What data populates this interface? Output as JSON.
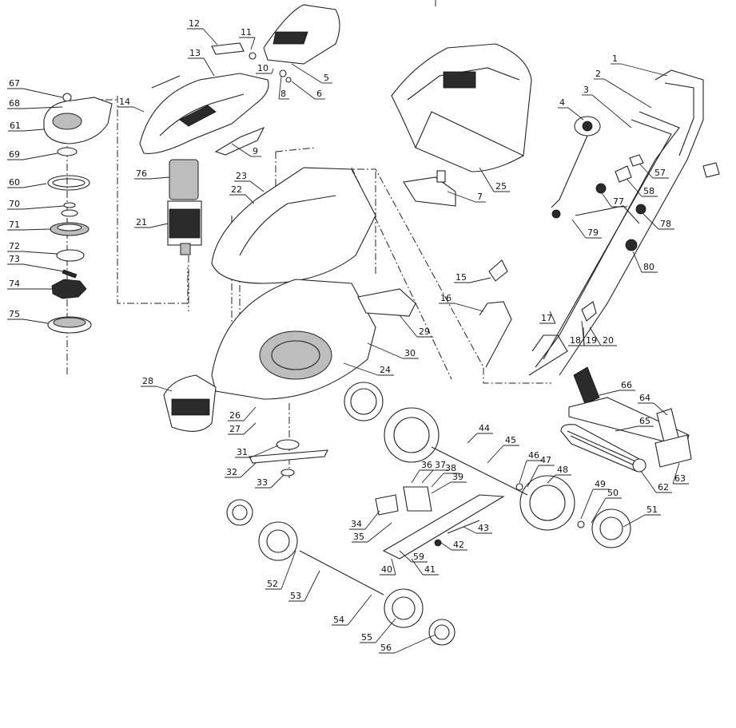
{
  "parts": [
    {
      "id": "p1",
      "label": "1"
    },
    {
      "id": "p2",
      "label": "2"
    },
    {
      "id": "p3",
      "label": "3"
    },
    {
      "id": "p4",
      "label": "4"
    },
    {
      "id": "p5",
      "label": "5"
    },
    {
      "id": "p6",
      "label": "6"
    },
    {
      "id": "p7",
      "label": "7"
    },
    {
      "id": "p8",
      "label": "8"
    },
    {
      "id": "p9",
      "label": "9"
    },
    {
      "id": "p10",
      "label": "10"
    },
    {
      "id": "p11",
      "label": "11"
    },
    {
      "id": "p12",
      "label": "12"
    },
    {
      "id": "p13",
      "label": "13"
    },
    {
      "id": "p14",
      "label": "14"
    },
    {
      "id": "p15",
      "label": "15"
    },
    {
      "id": "p16",
      "label": "16"
    },
    {
      "id": "p17",
      "label": "17"
    },
    {
      "id": "p18",
      "label": "18"
    },
    {
      "id": "p19",
      "label": "19"
    },
    {
      "id": "p20",
      "label": "20"
    },
    {
      "id": "p21",
      "label": "21"
    },
    {
      "id": "p22",
      "label": "22"
    },
    {
      "id": "p23",
      "label": "23"
    },
    {
      "id": "p24",
      "label": "24"
    },
    {
      "id": "p25",
      "label": "25"
    },
    {
      "id": "p26",
      "label": "26"
    },
    {
      "id": "p27",
      "label": "27"
    },
    {
      "id": "p28",
      "label": "28"
    },
    {
      "id": "p29",
      "label": "29"
    },
    {
      "id": "p30",
      "label": "30"
    },
    {
      "id": "p31",
      "label": "31"
    },
    {
      "id": "p32",
      "label": "32"
    },
    {
      "id": "p33",
      "label": "33"
    },
    {
      "id": "p34",
      "label": "34"
    },
    {
      "id": "p35",
      "label": "35"
    },
    {
      "id": "p36",
      "label": "36"
    },
    {
      "id": "p37",
      "label": "37"
    },
    {
      "id": "p38",
      "label": "38"
    },
    {
      "id": "p39",
      "label": "39"
    },
    {
      "id": "p40",
      "label": "40"
    },
    {
      "id": "p41",
      "label": "41"
    },
    {
      "id": "p42",
      "label": "42"
    },
    {
      "id": "p43",
      "label": "43"
    },
    {
      "id": "p44",
      "label": "44"
    },
    {
      "id": "p45",
      "label": "45"
    },
    {
      "id": "p46",
      "label": "46"
    },
    {
      "id": "p47",
      "label": "47"
    },
    {
      "id": "p48",
      "label": "48"
    },
    {
      "id": "p49",
      "label": "49"
    },
    {
      "id": "p50",
      "label": "50"
    },
    {
      "id": "p51",
      "label": "51"
    },
    {
      "id": "p52",
      "label": "52"
    },
    {
      "id": "p53",
      "label": "53"
    },
    {
      "id": "p54",
      "label": "54"
    },
    {
      "id": "p55",
      "label": "55"
    },
    {
      "id": "p56",
      "label": "56"
    },
    {
      "id": "p57",
      "label": "57"
    },
    {
      "id": "p58",
      "label": "58"
    },
    {
      "id": "p59",
      "label": "59"
    },
    {
      "id": "p60",
      "label": "60"
    },
    {
      "id": "p61",
      "label": "61"
    },
    {
      "id": "p62",
      "label": "62"
    },
    {
      "id": "p63",
      "label": "63"
    },
    {
      "id": "p64",
      "label": "64"
    },
    {
      "id": "p65",
      "label": "65"
    },
    {
      "id": "p66",
      "label": "66"
    },
    {
      "id": "p67",
      "label": "67"
    },
    {
      "id": "p68",
      "label": "68"
    },
    {
      "id": "p69",
      "label": "69"
    },
    {
      "id": "p70",
      "label": "70"
    },
    {
      "id": "p71",
      "label": "71"
    },
    {
      "id": "p72",
      "label": "72"
    },
    {
      "id": "p73",
      "label": "73"
    },
    {
      "id": "p74",
      "label": "74"
    },
    {
      "id": "p75",
      "label": "75"
    },
    {
      "id": "p76",
      "label": "76"
    },
    {
      "id": "p77",
      "label": "77"
    },
    {
      "id": "p78",
      "label": "78"
    },
    {
      "id": "p79",
      "label": "79"
    },
    {
      "id": "p80",
      "label": "80"
    }
  ]
}
